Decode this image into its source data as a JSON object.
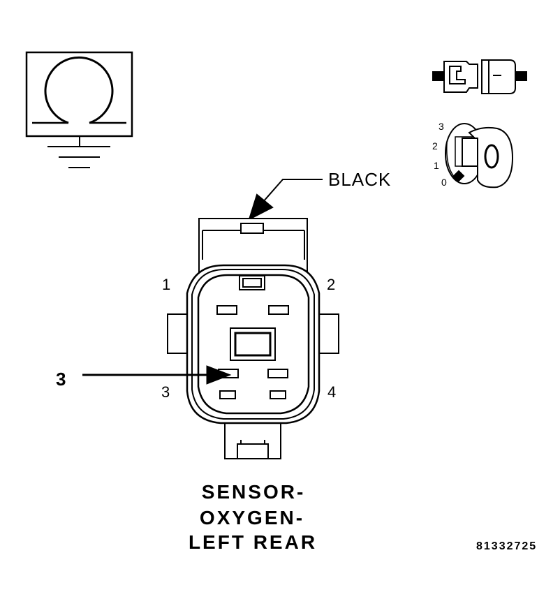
{
  "wire_color_label": "BLACK",
  "callout": "3",
  "cavities": {
    "c1": "1",
    "c2": "2",
    "c3": "3",
    "c4": "4"
  },
  "ignition_positions": {
    "p0": "0",
    "p1": "1",
    "p2": "2",
    "p3": "3"
  },
  "title": {
    "line1": "SENSOR-",
    "line2": "OXYGEN-",
    "line3": "LEFT REAR"
  },
  "figure_id": "81332725",
  "icons": {
    "meter": "ohmmeter-ground-icon",
    "connector": "disconnected-connector-icon",
    "key": "ignition-key-off-icon"
  },
  "colors": {
    "line": "#000000",
    "background": "#ffffff"
  }
}
